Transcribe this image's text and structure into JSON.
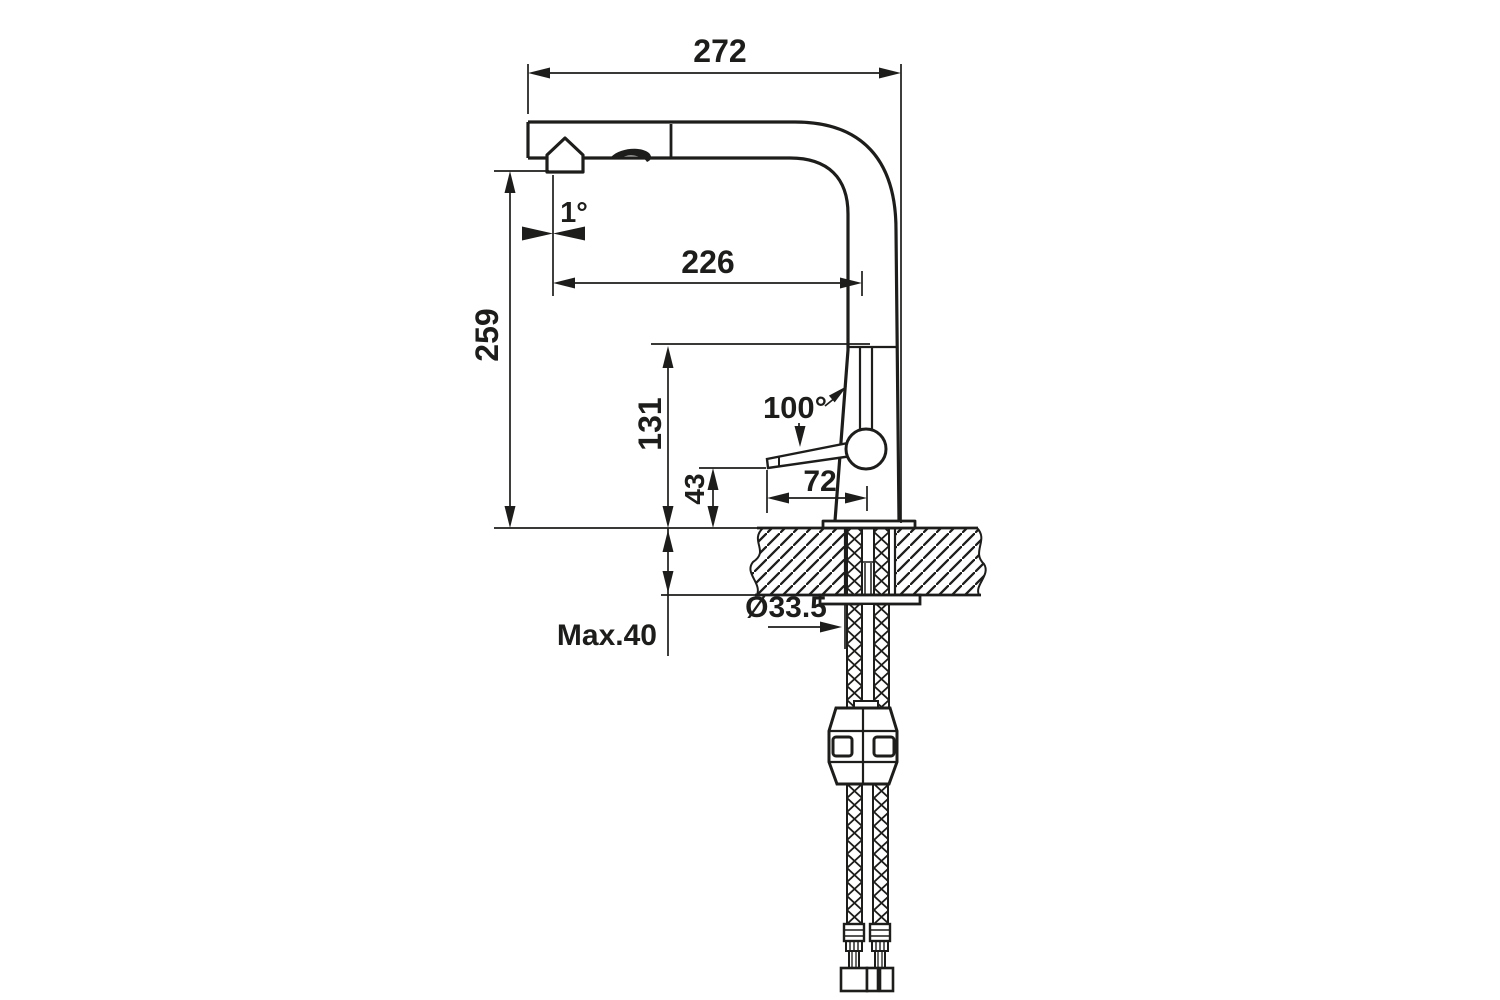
{
  "drawing": {
    "kind": "technical-dimension-drawing",
    "colors": {
      "line": "#1d1d1b",
      "background": "#ffffff"
    }
  },
  "dimensions": {
    "spout_reach_overall": "272",
    "outlet_reach": "226",
    "outlet_height": "259",
    "spout_tilt_angle": "1°",
    "handle_pivot_height": "131",
    "handle_swing_angle": "100°",
    "handle_tip_height": "43",
    "handle_reach": "72",
    "max_deck_thickness": "Max.40",
    "hole_diameter": "Ø33.5"
  }
}
